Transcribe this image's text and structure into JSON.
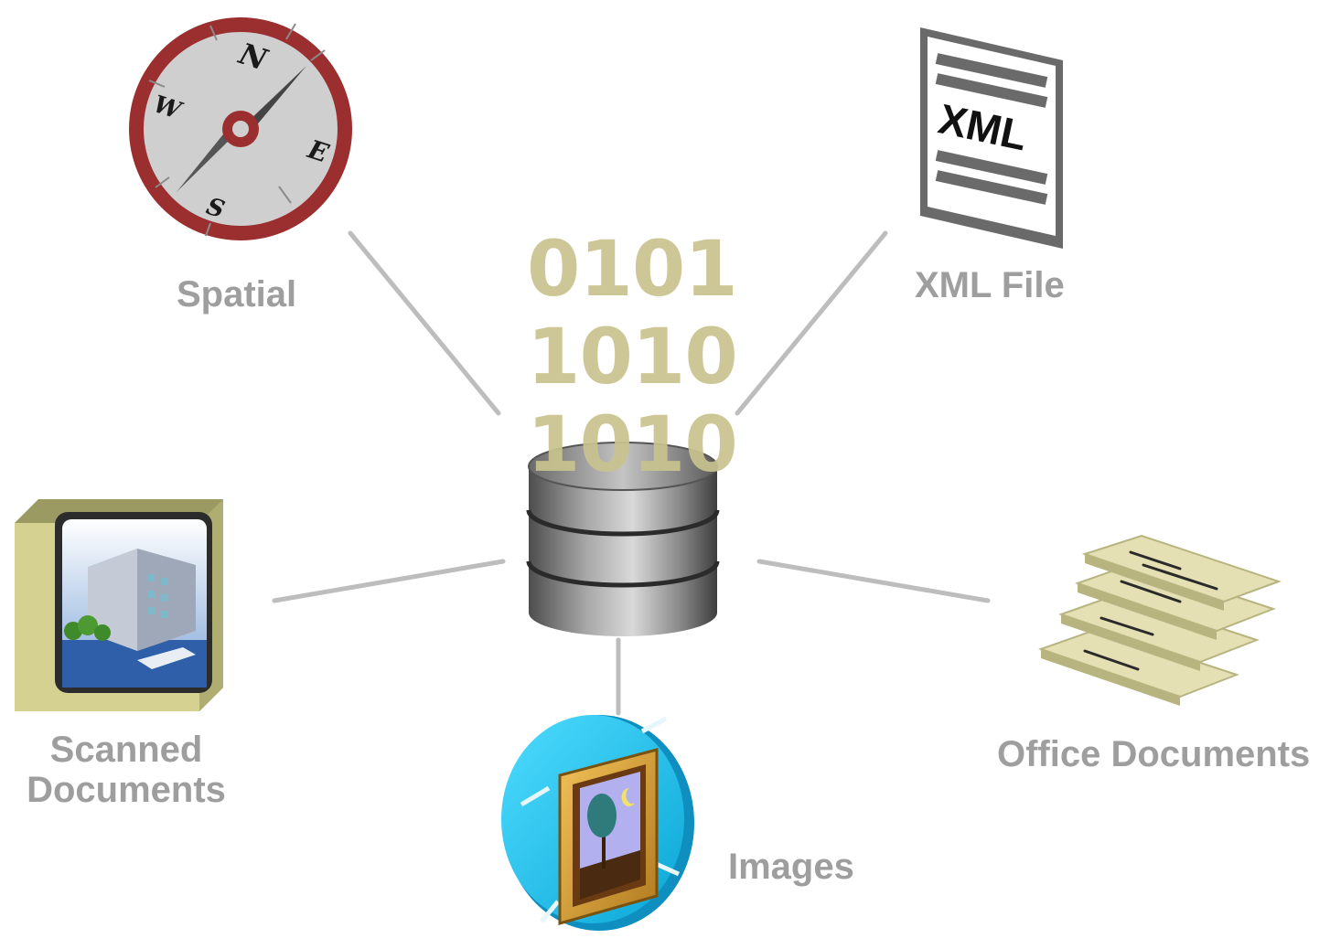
{
  "center": {
    "binary_lines": [
      "0101",
      "1010",
      "1010"
    ]
  },
  "nodes": {
    "spatial": {
      "label": "Spatial",
      "compass_letters": [
        "N",
        "E",
        "S",
        "W"
      ]
    },
    "xml_file": {
      "label": "XML File",
      "doc_text": "XML"
    },
    "scanned_documents": {
      "label_line1": "Scanned",
      "label_line2": "Documents"
    },
    "office_documents": {
      "label": "Office Documents"
    },
    "images": {
      "label": "Images"
    }
  },
  "colors": {
    "connector": "#bdbdbd",
    "label": "#9e9e9e",
    "binary": "#c9c38f",
    "compass_ring": "#9b2f2f",
    "image_disc": "#19c8ef",
    "paper": "#e4e0b4"
  }
}
